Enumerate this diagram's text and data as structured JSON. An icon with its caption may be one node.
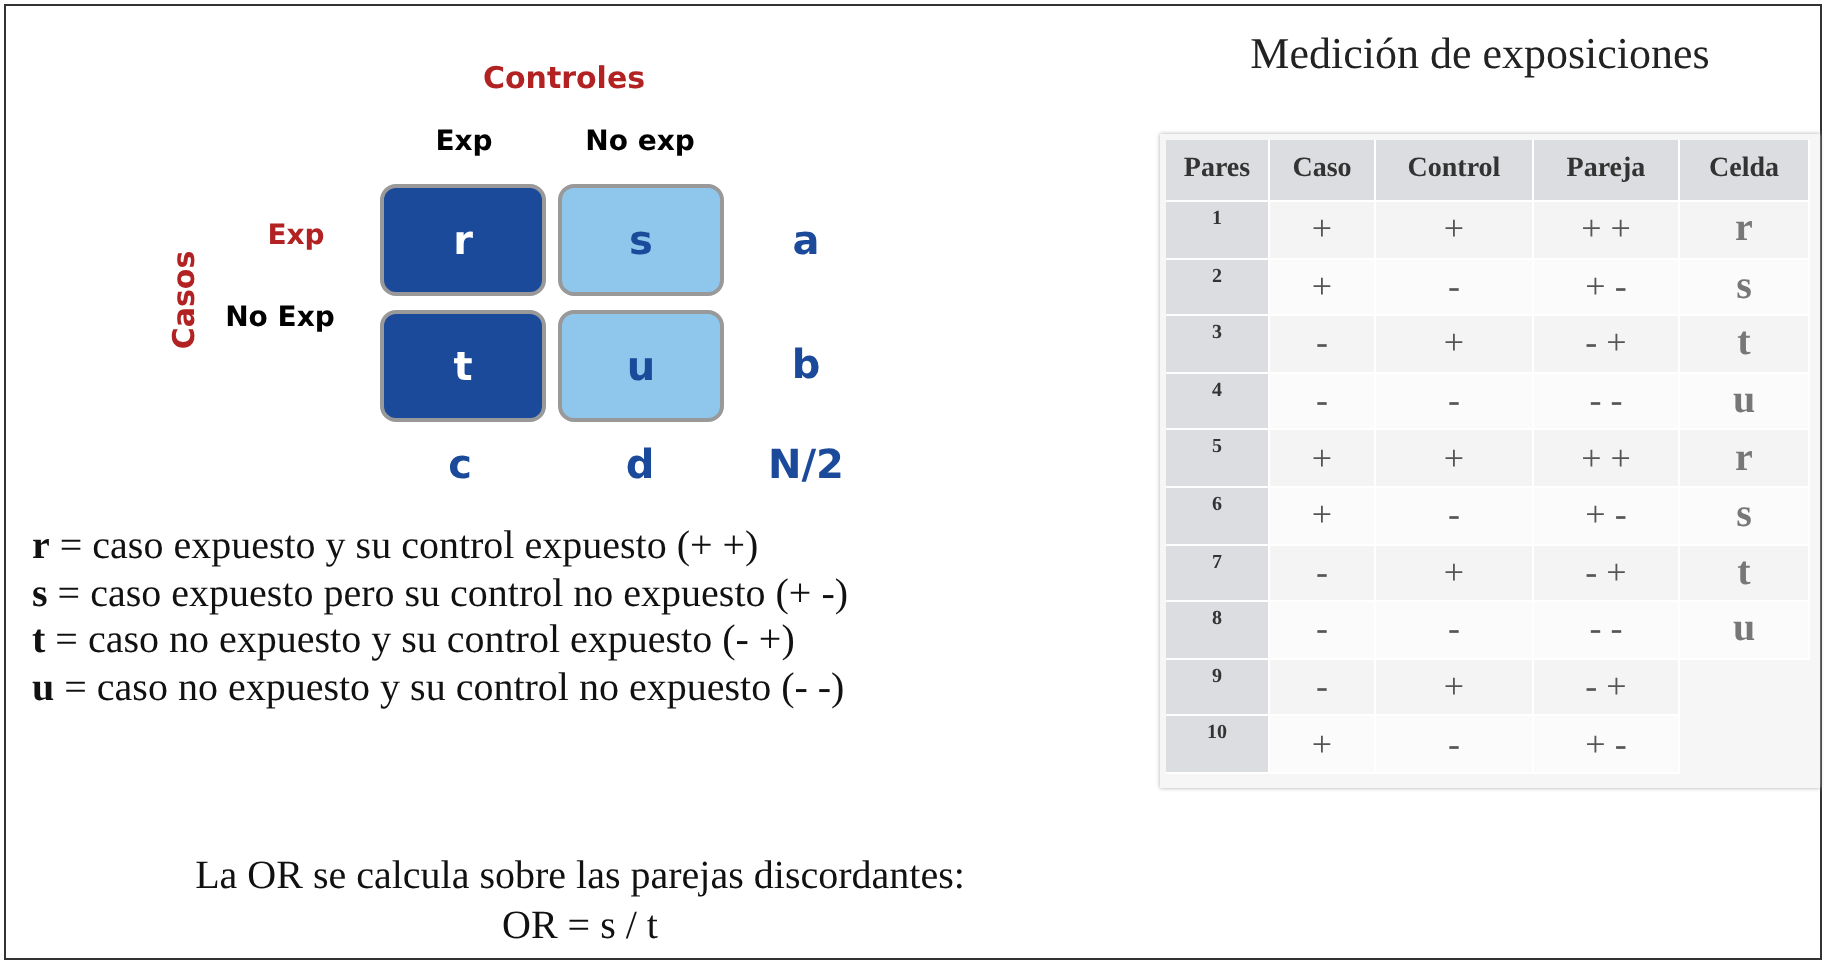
{
  "diagram": {
    "nodes": [
      {
        "text": [
          "r"
        ]
      },
      {
        "text": [
          "s"
        ]
      },
      {
        "text": [
          "t"
        ]
      },
      {
        "text": [
          "u"
        ]
      }
    ],
    "labels": [
      "Controles",
      "Exp",
      "No exp",
      "Exp",
      "No Exp",
      "Casos",
      "a",
      "b",
      "c",
      "d",
      "N/2",
      "**r** = caso expuesto y su control expuesto (+ +)",
      "**s** = caso expuesto pero su control no expuesto (+ -)",
      "**t** = caso no expuesto y su control expuesto (- +)",
      "**u** = caso no expuesto y su control no expuesto (- -)",
      "Medición de exposiciones",
      "Pares",
      "Caso",
      "Control",
      "Pareja",
      "Celda",
      "1",
      "+",
      "+",
      "+ +",
      "r",
      "2",
      "+",
      "-",
      "+ -",
      "s",
      "3",
      "-",
      "+",
      "- +",
      "t",
      "4",
      "-",
      "-",
      "- -",
      "u",
      "5",
      "+",
      "+",
      "+ +",
      "r",
      "6",
      "+",
      "-",
      "+ -",
      "s",
      "7",
      "-",
      "+",
      "- +",
      "t",
      "8",
      "-",
      "-",
      "- -",
      "u",
      "9",
      "-",
      "+",
      "- +",
      "10",
      "+",
      "-",
      "+ -",
      "La OR se calcula sobre las parejas discordantes:",
      "OR = s / t"
    ]
  }
}
